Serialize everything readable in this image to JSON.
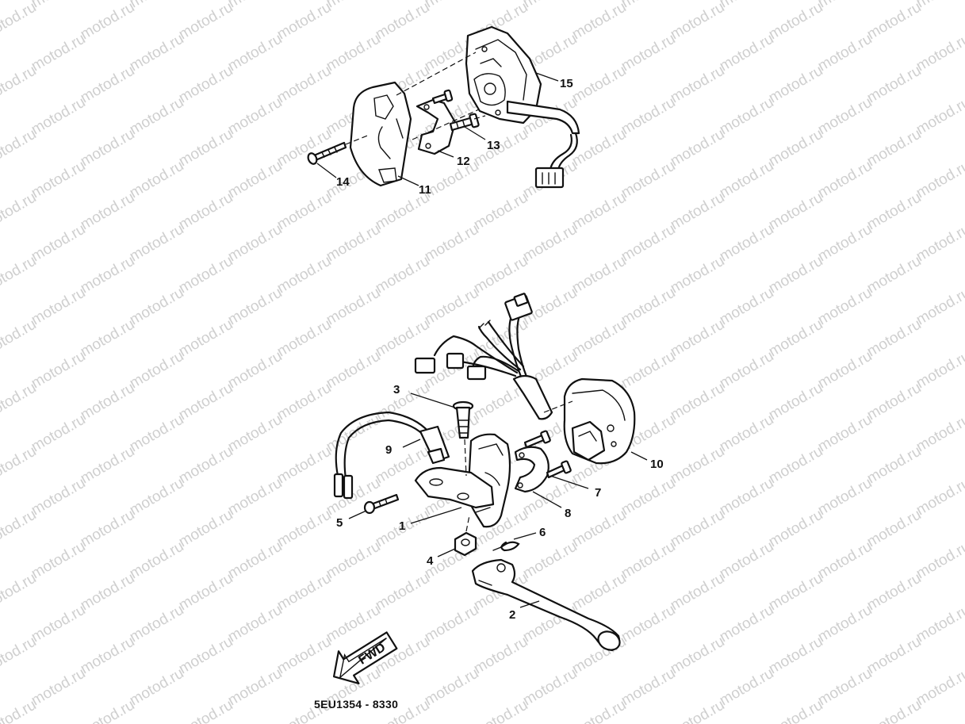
{
  "watermark": {
    "text": "motod.ru"
  },
  "drawing": {
    "code": "5EU1354 - 8330"
  },
  "fwd_arrow": {
    "label": "FWD"
  },
  "callouts": [
    {
      "number": "1"
    },
    {
      "number": "2"
    },
    {
      "number": "3"
    },
    {
      "number": "4"
    },
    {
      "number": "5"
    },
    {
      "number": "6"
    },
    {
      "number": "7"
    },
    {
      "number": "8"
    },
    {
      "number": "9"
    },
    {
      "number": "10"
    },
    {
      "number": "11"
    },
    {
      "number": "12"
    },
    {
      "number": "13"
    },
    {
      "number": "14"
    },
    {
      "number": "15"
    }
  ],
  "colors": {
    "line": "#111111",
    "watermark": "#cfcfcf",
    "background": "#ffffff"
  }
}
